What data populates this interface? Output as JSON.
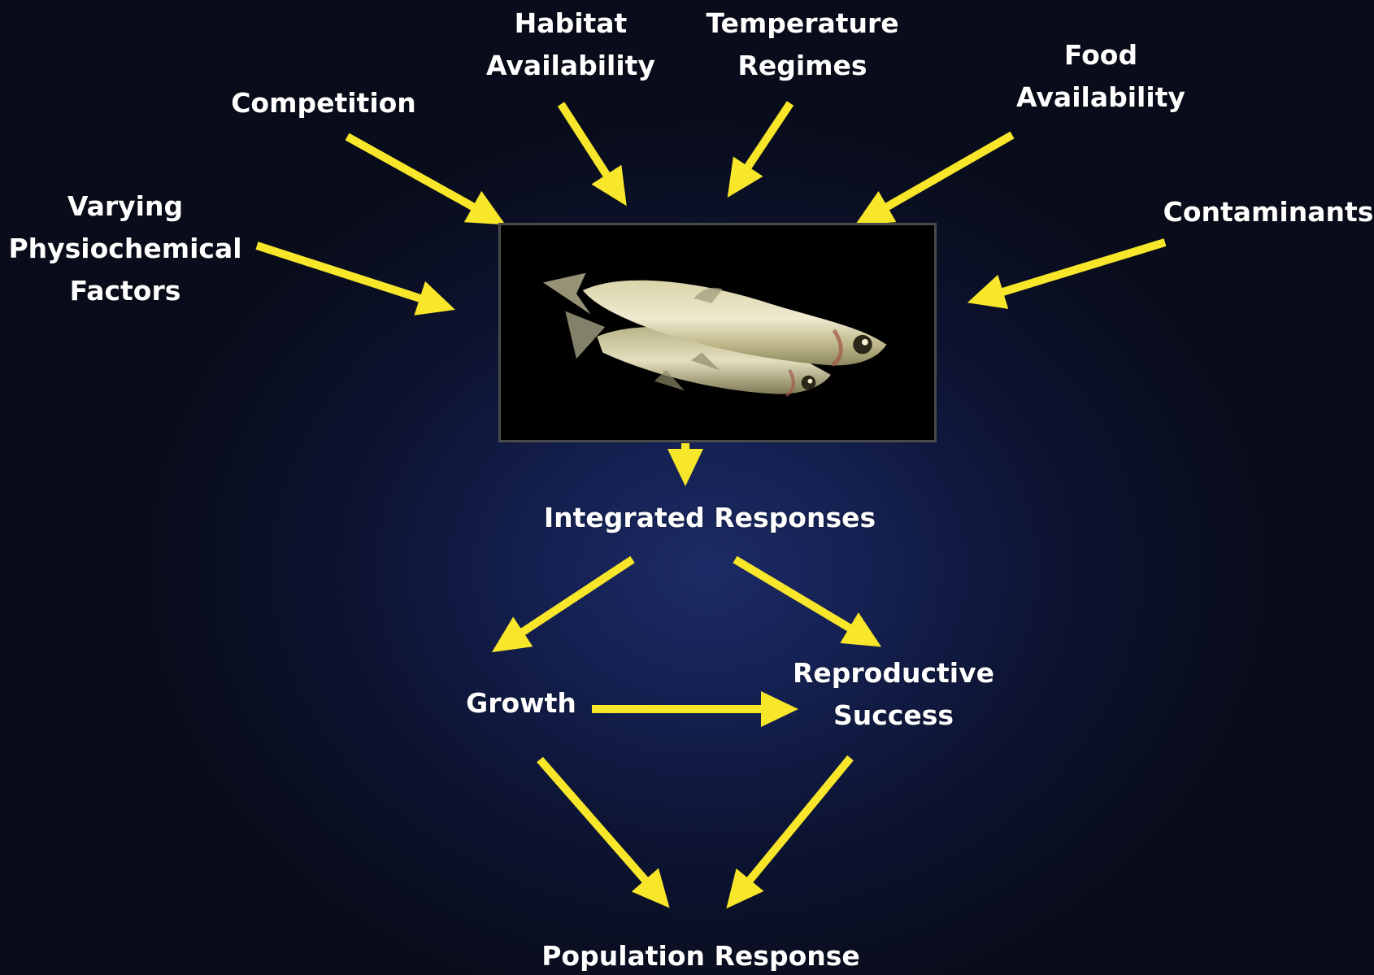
{
  "colors": {
    "arrow": "#f7e62a",
    "text": "#ffffff",
    "background": "#0d1433"
  },
  "factors": {
    "physiochemical": [
      "Varying",
      "Physiochemical",
      "Factors"
    ],
    "competition": "Competition",
    "habitat": [
      "Habitat",
      "Availability"
    ],
    "temperature": [
      "Temperature",
      "Regimes"
    ],
    "food": [
      "Food",
      "Availability"
    ],
    "contaminants": "Contaminants"
  },
  "center_image": {
    "icon": "fish-photo"
  },
  "responses": {
    "integrated": "Integrated Responses",
    "growth": "Growth",
    "reproductive": [
      "Reproductive",
      "Success"
    ],
    "population": "Population Response"
  }
}
